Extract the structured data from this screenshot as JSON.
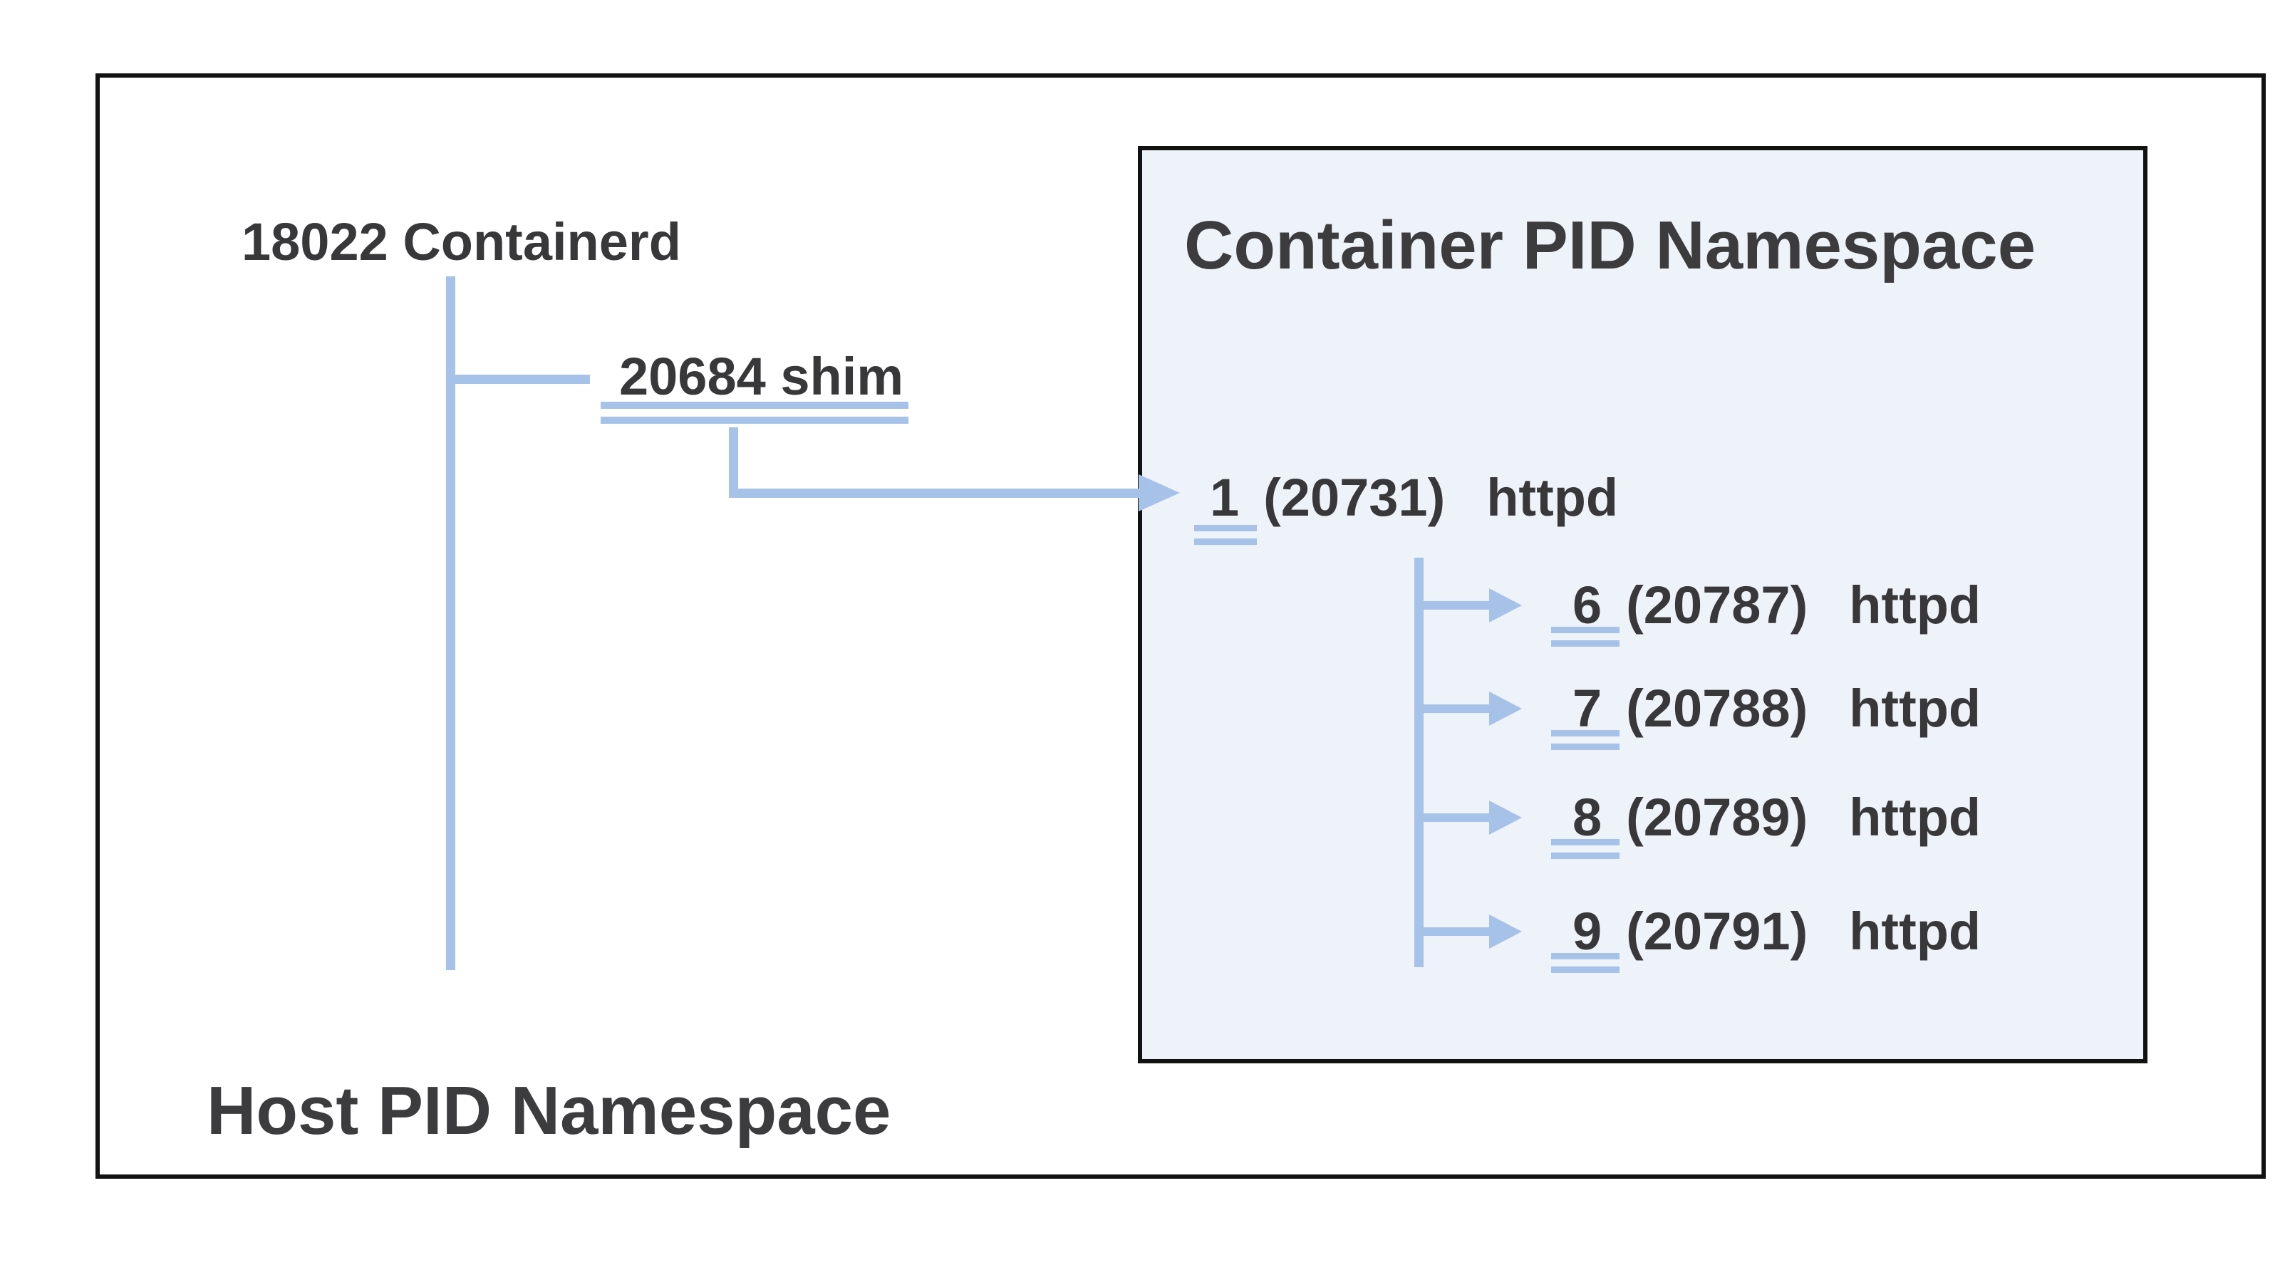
{
  "diagram": {
    "host_namespace": {
      "title": "Host PID Namespace",
      "containerd": {
        "label": "18022 Containerd"
      },
      "shim": {
        "label": "20684 shim"
      }
    },
    "container_namespace": {
      "title": "Container PID Namespace",
      "init_process": {
        "ns_pid": "1",
        "host_pid": "(20731)",
        "cmd": "httpd"
      },
      "children": [
        {
          "ns_pid": "6",
          "host_pid": "(20787)",
          "cmd": "httpd"
        },
        {
          "ns_pid": "7",
          "host_pid": "(20788)",
          "cmd": "httpd"
        },
        {
          "ns_pid": "8",
          "host_pid": "(20789)",
          "cmd": "httpd"
        },
        {
          "ns_pid": "9",
          "host_pid": "(20791)",
          "cmd": "httpd"
        }
      ]
    },
    "colors": {
      "connector_blue": "#a6c2e9",
      "text_dark": "#38383a",
      "container_fill": "#eef2f9",
      "border_dark": "#121212"
    }
  }
}
